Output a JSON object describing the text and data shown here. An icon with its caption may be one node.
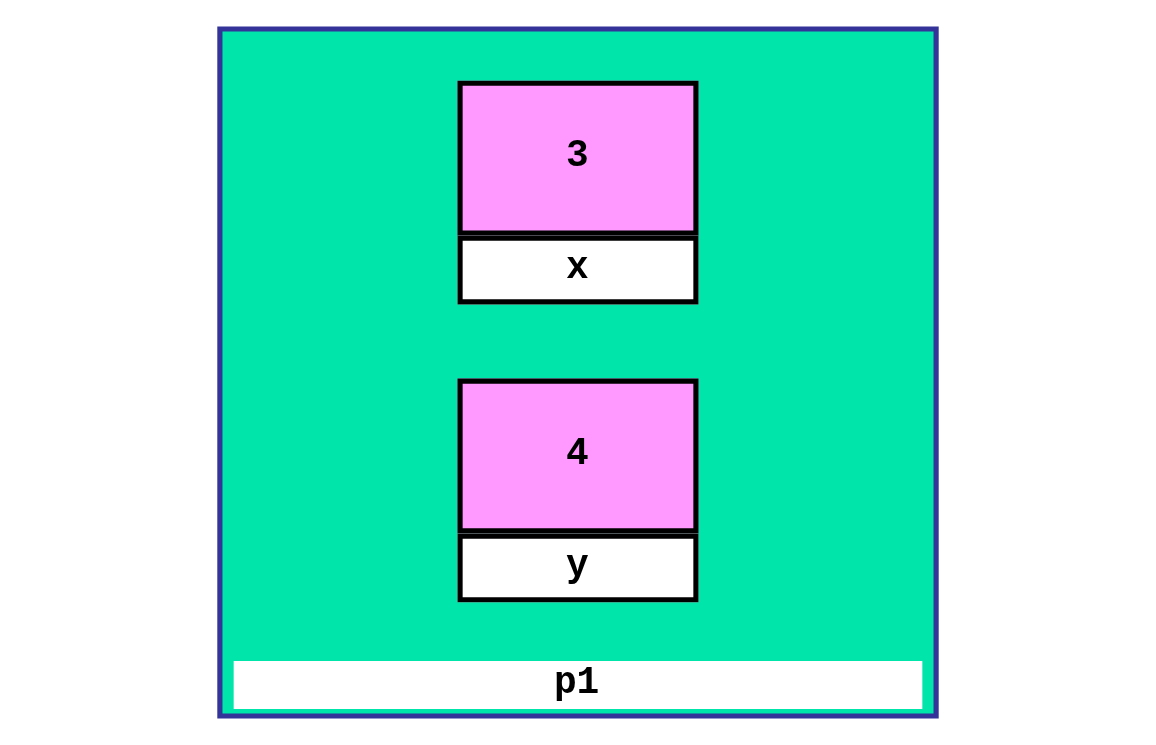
{
  "diagram": {
    "nodes": [
      {
        "text": [
          "p1"
        ]
      },
      {
        "text": [
          "3",
          "x"
        ],
        "in": 0
      },
      {
        "text": [
          "4",
          "y"
        ],
        "in": 0
      }
    ],
    "edges": []
  }
}
